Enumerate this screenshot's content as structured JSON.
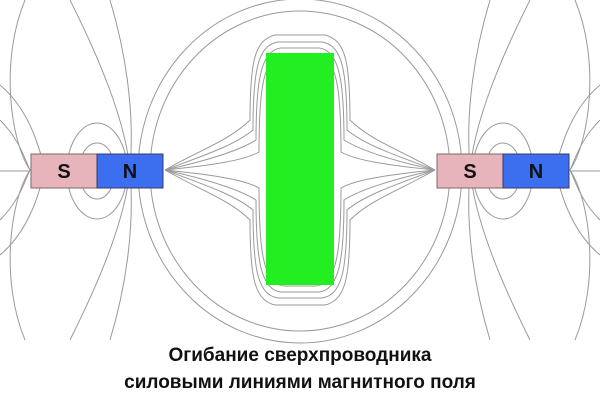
{
  "caption": {
    "line1": "Огибание сверхпроводника",
    "line2": "силовыми линиями магнитного поля"
  },
  "magnets": {
    "left": {
      "south_label": "S",
      "north_label": "N"
    },
    "right": {
      "south_label": "S",
      "north_label": "N"
    }
  },
  "colors": {
    "south_pole": "#e8b4bb",
    "north_pole": "#3b6ff0",
    "superconductor": "#22ee22",
    "field_lines": "#9a9a9a"
  }
}
